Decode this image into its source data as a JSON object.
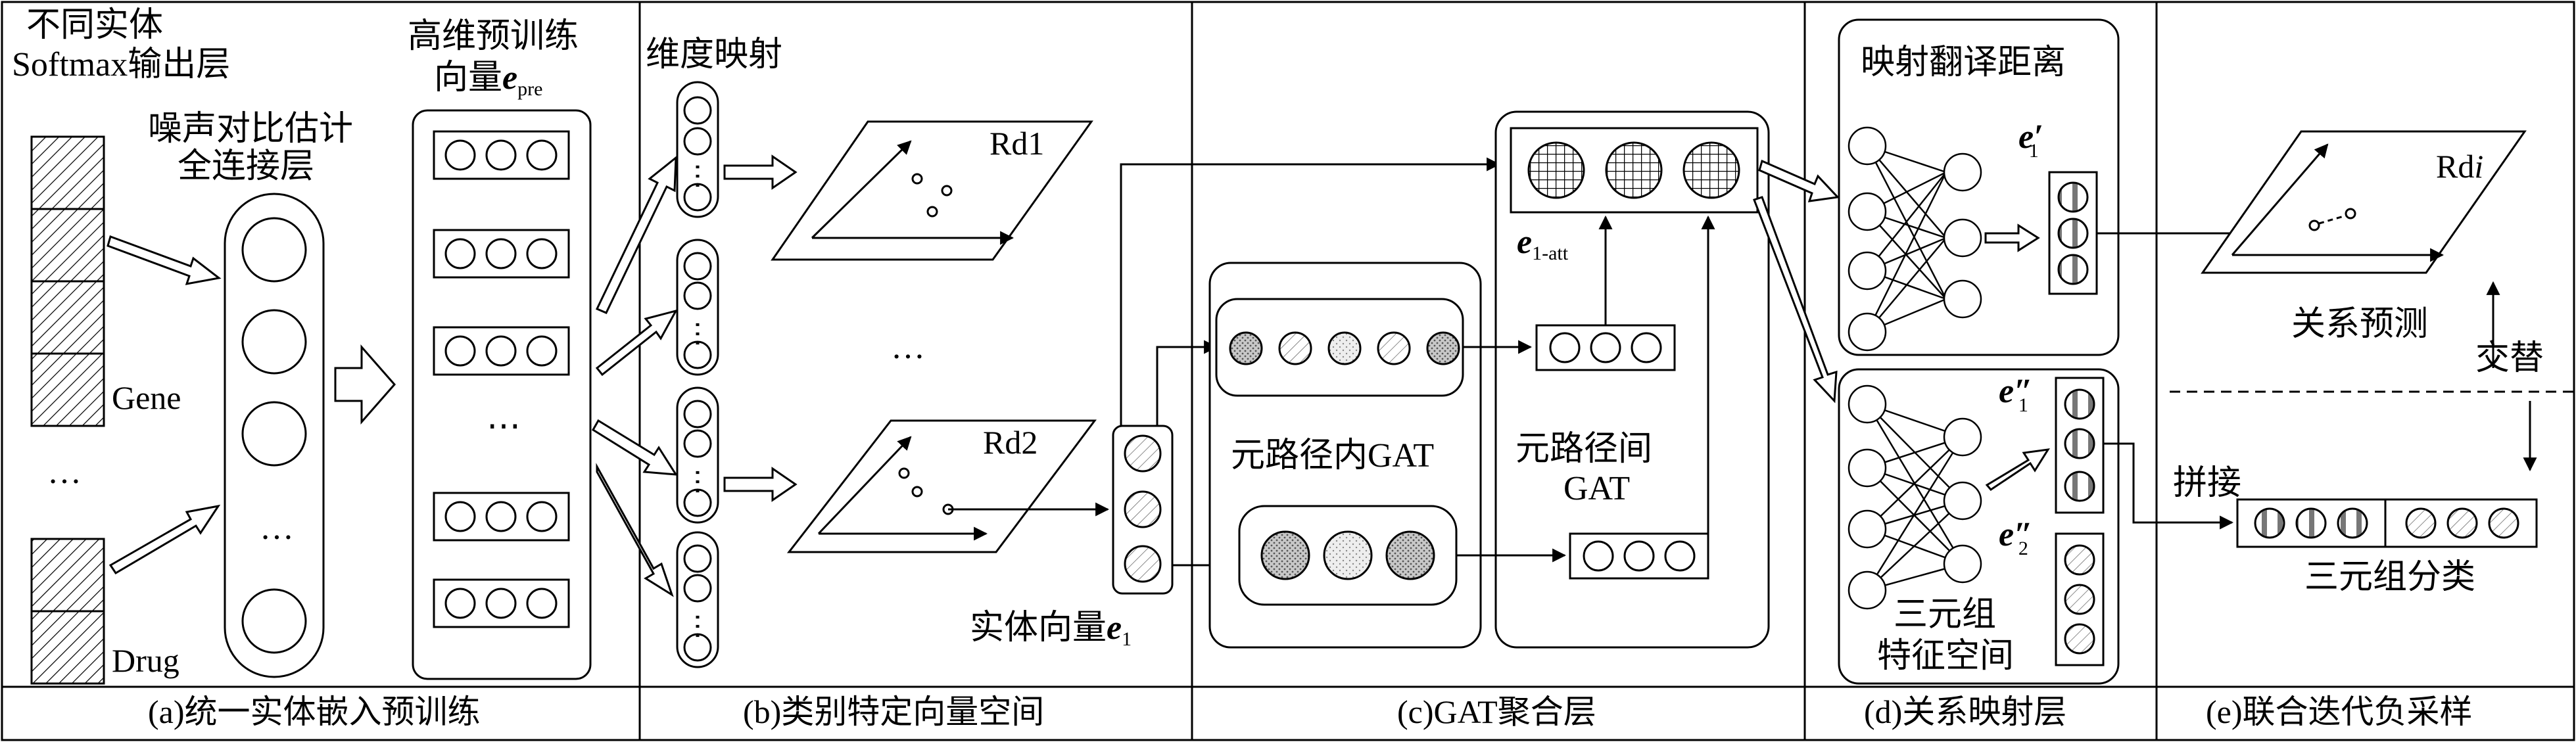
{
  "panels": {
    "a": {
      "caption": "(a)统一实体嵌入预训练",
      "softmax_label_1": "不同实体",
      "softmax_label_2": "Softmax输出层",
      "nce_label_1": "噪声对比估计",
      "nce_label_2": "全连接层",
      "pretrain_label_1": "高维预训练",
      "pretrain_label_2": "向量",
      "pretrain_symbol": "e",
      "pretrain_sub": "pre",
      "gene": "Gene",
      "drug": "Drug",
      "ellipsis": "…",
      "ellipsis_v": "⋯",
      "ellipsis_c": "…"
    },
    "b": {
      "caption": "(b)类别特定向量空间",
      "dim_map": "维度映射",
      "rd1": "Rd1",
      "rd2": "Rd2",
      "ellipsis": "…",
      "entity_vec": "实体向量",
      "entity_symbol": "e",
      "entity_sub": "1"
    },
    "c": {
      "caption": "(c)GAT聚合层",
      "intra": "元路径内GAT",
      "inter_1": "元路径间",
      "inter_2": "GAT",
      "att_symbol": "e",
      "att_sub": "1-att"
    },
    "d": {
      "caption": "(d)关系映射层",
      "trans": "映射翻译距离",
      "e1p_symbol": "e",
      "e1p_sub": "1",
      "e1p_prime": "′",
      "e1pp_symbol": "e",
      "e1pp_sub": "1",
      "e1pp_prime": "″",
      "e2pp_symbol": "e",
      "e2pp_sub": "2",
      "e2pp_prime": "″",
      "triple_1": "三元组",
      "triple_2": "特征空间"
    },
    "e": {
      "caption": "(e)联合迭代负采样",
      "rdi": "Rd",
      "rdi_i": "i",
      "rel_pred": "关系预测",
      "alternate": "交替",
      "concat": "拼接",
      "triple_cls": "三元组分类"
    }
  },
  "colors": {
    "line": "#000000",
    "bg": "#ffffff",
    "node_gray": "#bdbdbd",
    "node_light": "#e6e6e6"
  }
}
